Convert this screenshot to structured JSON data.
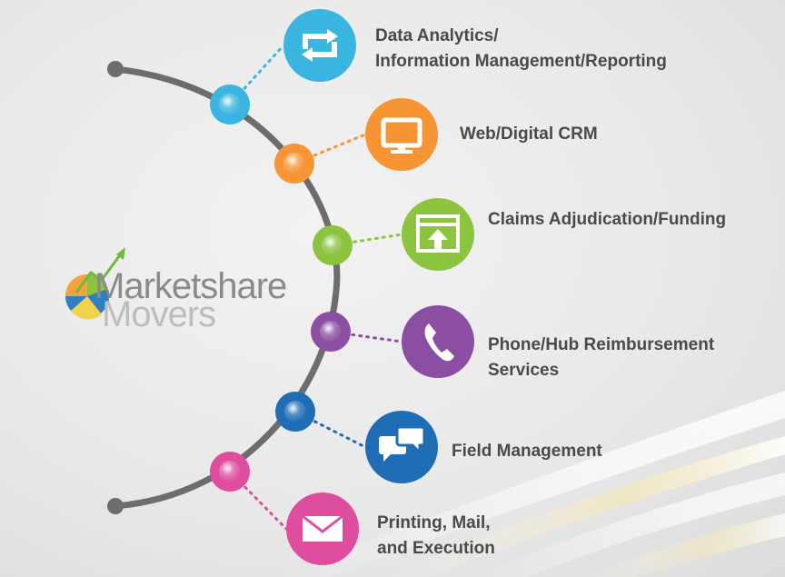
{
  "items": [
    {
      "lines": [
        "Data Analytics/",
        "Information Management/Reporting"
      ],
      "icon": "refresh-arrows-icon",
      "color": "#3ab5e0"
    },
    {
      "lines": [
        "Web/Digital CRM"
      ],
      "icon": "monitor-icon",
      "color": "#f79433"
    },
    {
      "lines": [
        "Claims Adjudication/Funding"
      ],
      "icon": "upload-window-icon",
      "color": "#8cc43f"
    },
    {
      "lines": [
        "Phone/Hub Reimbursement",
        "Services"
      ],
      "icon": "phone-icon",
      "color": "#8b4ea3"
    },
    {
      "lines": [
        "Field Management"
      ],
      "icon": "chat-bubbles-icon",
      "color": "#1f6db4"
    },
    {
      "lines": [
        "Printing, Mail,",
        "and Execution"
      ],
      "icon": "envelope-icon",
      "color": "#df4d9e"
    }
  ],
  "logo": {
    "word1": "Marketshare",
    "word2": "Movers"
  },
  "colors": {
    "arc": "#6d6d6d",
    "text": "#4a4a4a"
  }
}
